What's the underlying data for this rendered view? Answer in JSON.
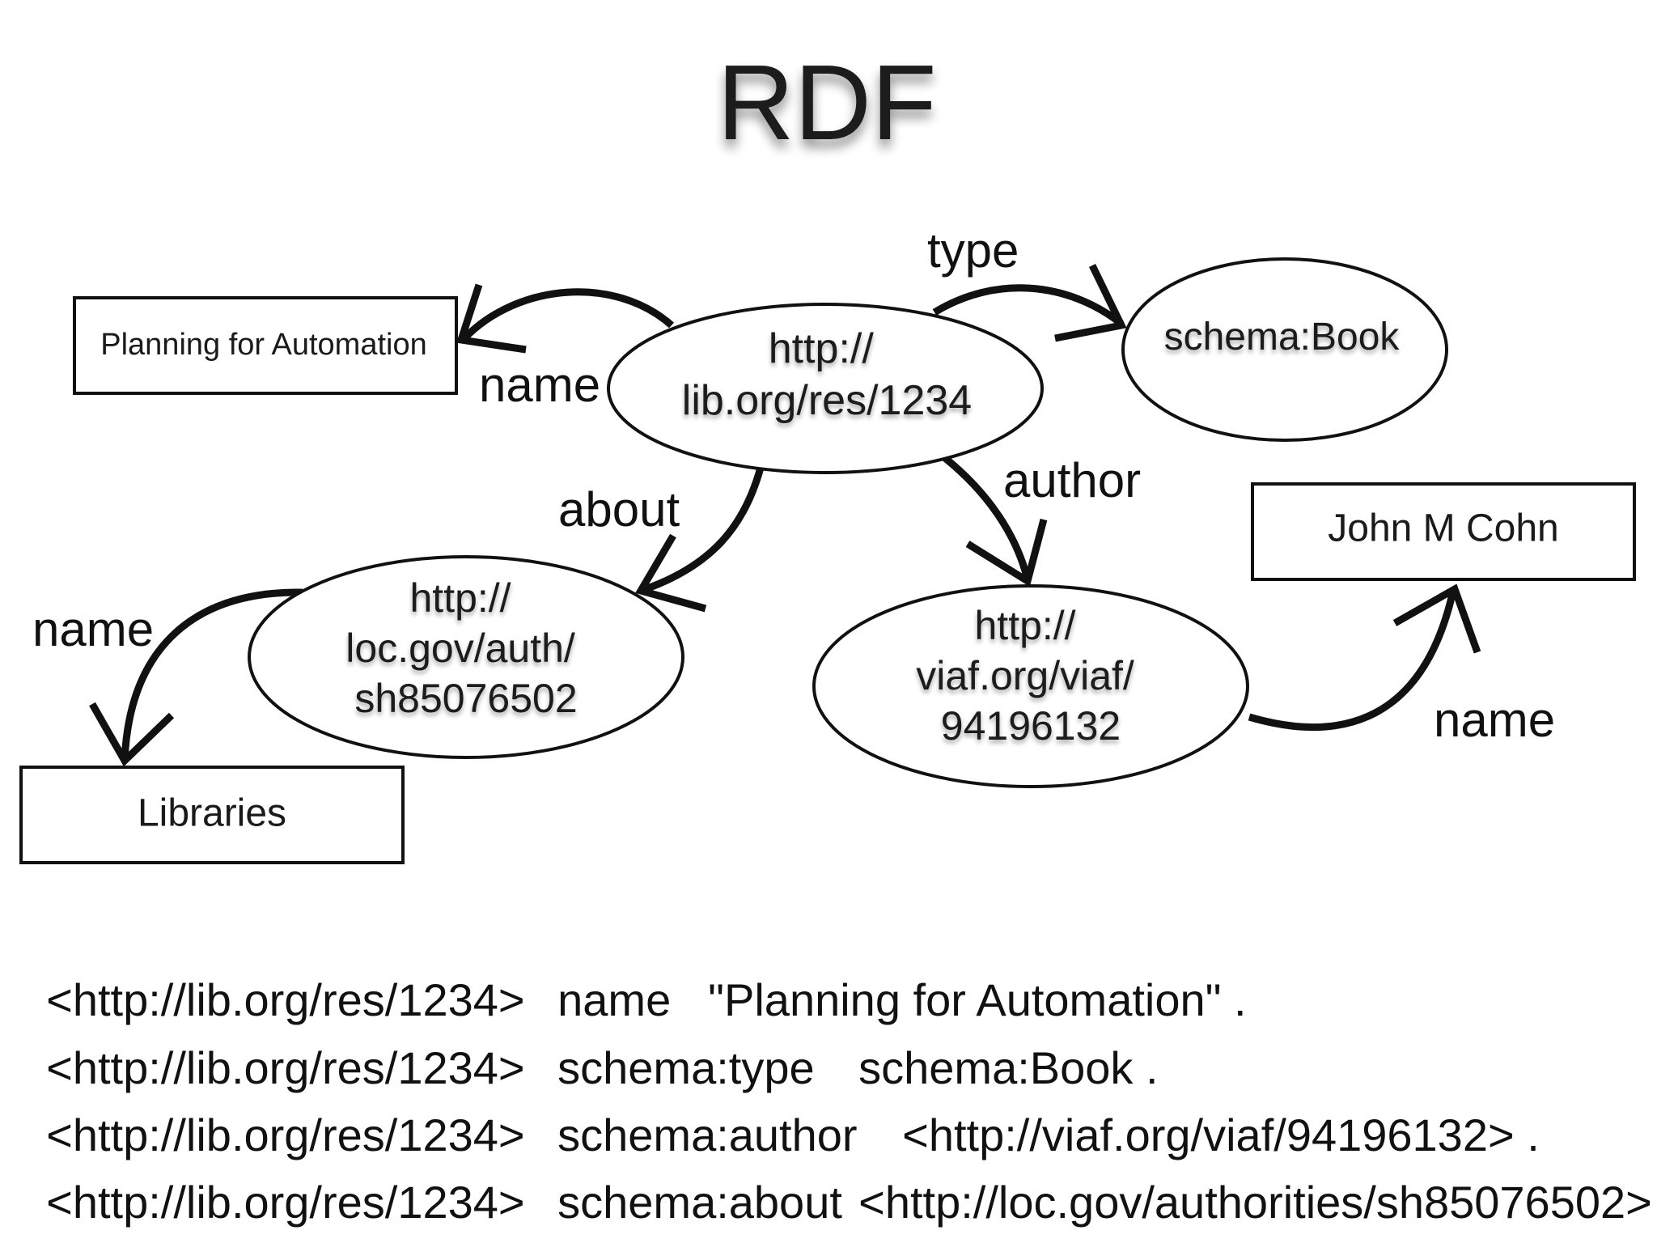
{
  "title": "RDF",
  "nodes": {
    "book": {
      "lines": [
        "http://",
        "lib.org/res/1234"
      ]
    },
    "schema_book": {
      "lines": [
        "schema:Book"
      ]
    },
    "loc": {
      "lines": [
        "http://",
        "loc.gov/auth/",
        "sh85076502"
      ]
    },
    "viaf": {
      "lines": [
        "http://",
        "viaf.org/viaf/",
        "94196132"
      ]
    },
    "planning": {
      "text": "Planning for Automation"
    },
    "libraries": {
      "text": "Libraries"
    },
    "john": {
      "text": "John M Cohn"
    }
  },
  "edges": {
    "name_top": "name",
    "type": "type",
    "about": "about",
    "author": "author",
    "name_left": "name",
    "name_right": "name"
  },
  "triples": [
    {
      "subject": "<http://lib.org/res/1234>",
      "predicate": "name",
      "object": "\"Planning for Automation\" ."
    },
    {
      "subject": "<http://lib.org/res/1234>",
      "predicate": "schema:type",
      "object": "schema:Book ."
    },
    {
      "subject": "<http://lib.org/res/1234>",
      "predicate": "schema:author",
      "object": "<http://viaf.org/viaf/94196132> ."
    },
    {
      "subject": "<http://lib.org/res/1234>",
      "predicate": "schema:about",
      "object": "<http://loc.gov/authorities/sh85076502>"
    }
  ]
}
